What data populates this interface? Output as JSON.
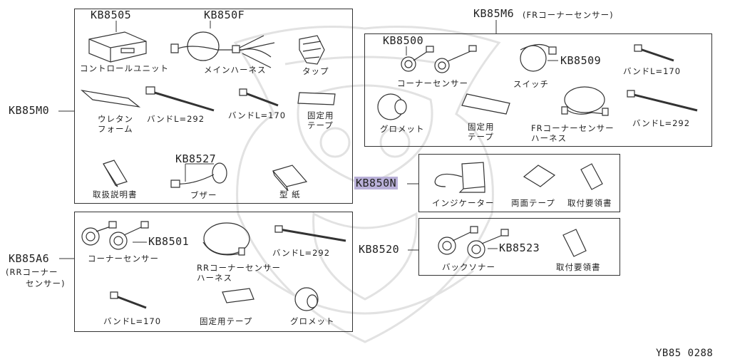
{
  "diagram_id": "YB85 0288",
  "watermark": "decorative samurai helmet watermark",
  "groups": {
    "m0": {
      "code": "KB85M0",
      "parts": {
        "control_unit": {
          "code": "KB8505",
          "name": "コントロールユニット"
        },
        "main_harness": {
          "code": "KB850F",
          "name": "メインハーネス"
        },
        "tap": {
          "name": "タップ"
        },
        "urethane_foam": {
          "name_l1": "ウレタン",
          "name_l2": "フォーム"
        },
        "band_292": {
          "name": "バンドL=292"
        },
        "band_170": {
          "name": "バンドL=170"
        },
        "fix_tape": {
          "name_l1": "固定用",
          "name_l2": "テープ"
        },
        "buzzer": {
          "code": "KB8527",
          "name": "ブザー"
        },
        "manual": {
          "name": "取扱説明書"
        },
        "template": {
          "name": "型 紙"
        }
      }
    },
    "m6": {
      "code": "KB85M6",
      "suffix": "(FRコーナーセンサー)",
      "parts": {
        "corner_sensor": {
          "code": "KB8500",
          "name": "コーナーセンサー"
        },
        "switch": {
          "code": "KB8509",
          "name": "スイッチ"
        },
        "band_170": {
          "name": "バンドL=170"
        },
        "grommet": {
          "name": "グロメット"
        },
        "fix_tape": {
          "name_l1": "固定用",
          "name_l2": "テープ"
        },
        "fr_harness": {
          "name_l1": "FRコーナーセンサー",
          "name_l2": "ハーネス"
        },
        "band_292": {
          "name": "バンドL=292"
        }
      }
    },
    "n": {
      "code": "KB850N",
      "parts": {
        "indicator": {
          "name": "インジケーター"
        },
        "double_tape": {
          "name": "両面テープ"
        },
        "install_guide": {
          "name": "取付要領書"
        }
      }
    },
    "b20": {
      "code": "KB8520",
      "parts": {
        "back_sonar": {
          "code": "KB8523",
          "name": "バックソナー"
        },
        "install_guide": {
          "name": "取付要領書"
        }
      }
    },
    "a6": {
      "code_l1": "KB85A6",
      "code_l2": "(RRコーナー",
      "code_l3": "センサー)",
      "parts": {
        "corner_sensor": {
          "code": "KB8501",
          "name": "コーナーセンサー"
        },
        "rr_harness": {
          "name_l1": "RRコーナーセンサー",
          "name_l2": "ハーネス"
        },
        "band_292": {
          "name": "バンドL=292"
        },
        "band_170": {
          "name": "バンドL=170"
        },
        "fix_tape": {
          "name": "固定用テープ"
        },
        "grommet": {
          "name": "グロメット"
        }
      }
    }
  }
}
